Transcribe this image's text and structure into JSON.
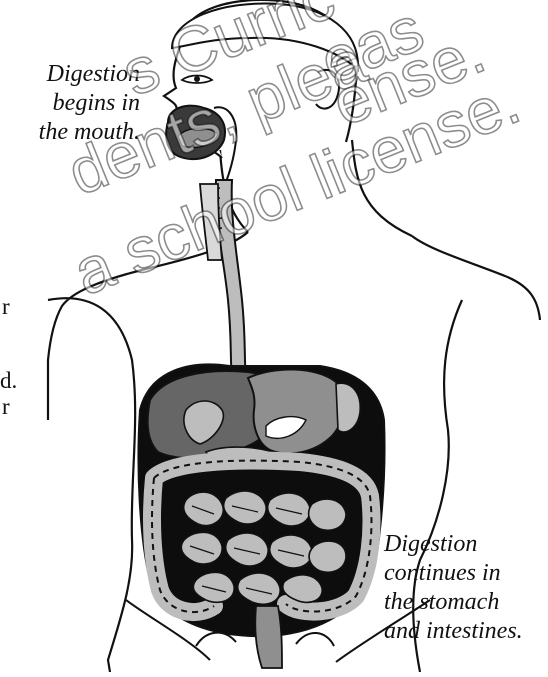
{
  "captions": {
    "mouth": [
      "Digestion",
      "begins in",
      "the mouth."
    ],
    "stomach": [
      "Digestion",
      "continues in",
      "the stomach",
      "and intestines."
    ]
  },
  "left_edge_fragments": [
    "r",
    "d.",
    "r"
  ],
  "watermark": [
    "s Curric",
    "eas",
    "dents, plea",
    "ense.",
    "a school license."
  ],
  "colors": {
    "outline": "#111111",
    "organ_light": "#bdbdbd",
    "organ_mid": "#8f8f8f",
    "organ_dark": "#666666",
    "cavity": "#0d0d0d"
  }
}
